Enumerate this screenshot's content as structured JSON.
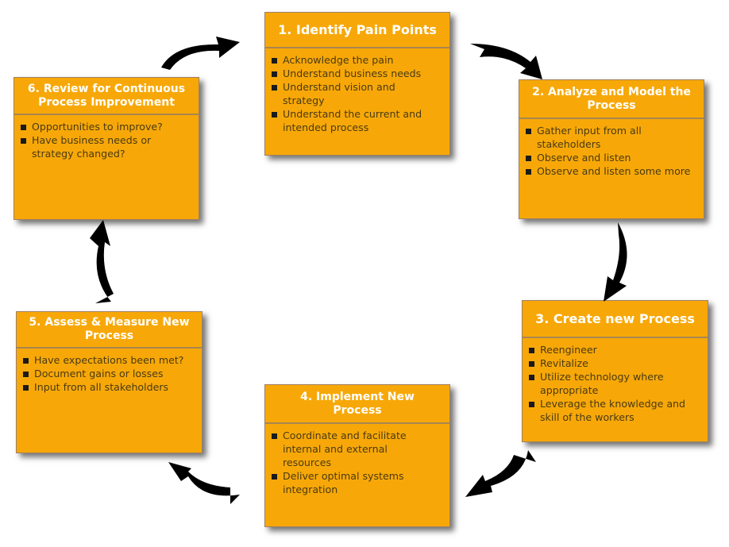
{
  "diagram": {
    "type": "cycle",
    "colors": {
      "box_fill": "#f7a808",
      "title_text": "#ffffff",
      "body_text": "#4a3a14",
      "arrow": "#000000"
    },
    "steps": [
      {
        "title": "1. Identify Pain Points",
        "items": [
          "Acknowledge the pain",
          "Understand business needs",
          "Understand vision and strategy",
          "Understand the current and intended process"
        ]
      },
      {
        "title": "2. Analyze and Model the Process",
        "items": [
          "Gather input from all stakeholders",
          "Observe and listen",
          "Observe and listen some more"
        ]
      },
      {
        "title": "3. Create new Process",
        "items": [
          "Reengineer",
          "Revitalize",
          "Utilize technology where appropriate",
          "Leverage the knowledge and skill of the workers"
        ]
      },
      {
        "title": "4. Implement New Process",
        "items": [
          "Coordinate and facilitate internal and external resources",
          "Deliver optimal systems integration"
        ]
      },
      {
        "title": "5. Assess & Measure New Process",
        "items": [
          "Have expectations been met?",
          "Document gains or losses",
          "Input from all stakeholders"
        ]
      },
      {
        "title": "6. Review for Continuous Process Improvement",
        "items": [
          "Opportunities to improve?",
          "Have business needs or strategy changed?"
        ]
      }
    ],
    "connections": [
      {
        "from": 1,
        "to": 2
      },
      {
        "from": 2,
        "to": 3
      },
      {
        "from": 3,
        "to": 4
      },
      {
        "from": 4,
        "to": 5
      },
      {
        "from": 5,
        "to": 6
      },
      {
        "from": 6,
        "to": 1
      }
    ]
  }
}
